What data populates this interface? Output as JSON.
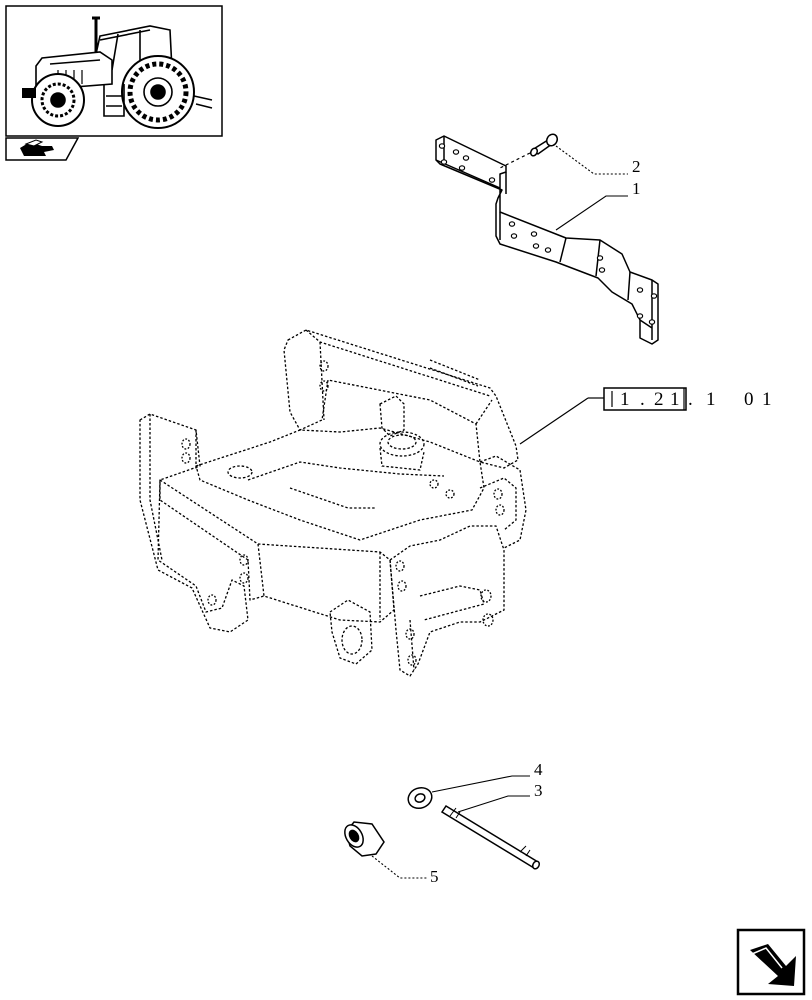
{
  "diagram": {
    "reference_code": [
      "1",
      ".",
      "2",
      "1",
      ".",
      "1",
      "0",
      "1"
    ],
    "callouts": [
      {
        "id": "1",
        "label": "1"
      },
      {
        "id": "2",
        "label": "2"
      },
      {
        "id": "3",
        "label": "3"
      },
      {
        "id": "4",
        "label": "4"
      },
      {
        "id": "5",
        "label": "5"
      }
    ],
    "thumbnail": {
      "icon": "tractor-icon"
    },
    "section_icon": "assembly-hand-icon",
    "nav_icon": "next-page-arrow-icon"
  }
}
